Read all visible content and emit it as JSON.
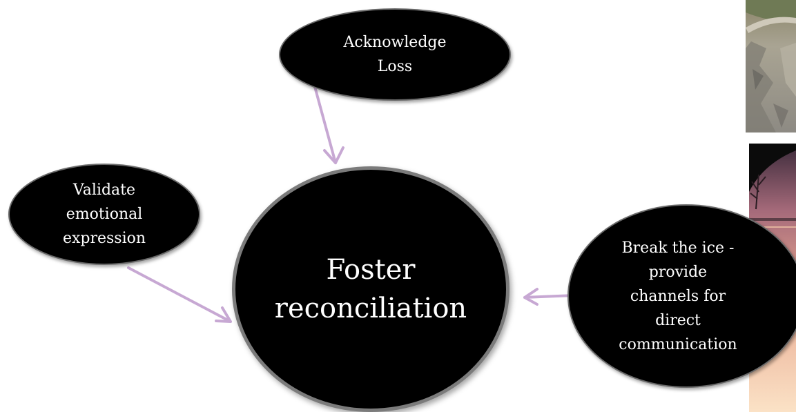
{
  "diagram": {
    "center": {
      "label": "Foster\nreconciliation"
    },
    "inputs": [
      {
        "label": "Acknowledge\nLoss"
      },
      {
        "label": "Validate\nemotional\nexpression"
      },
      {
        "label": "Break the ice -\nprovide\nchannels for\ndirect\ncommunication"
      }
    ],
    "colors": {
      "node_fill": "#000000",
      "node_text": "#ffffff",
      "node_border": "#6a6a6a",
      "arrow": "#c7a8d3"
    }
  },
  "images": [
    {
      "icon": "rocky-hillside-photo"
    },
    {
      "icon": "sunset-lake-tree-photo"
    }
  ]
}
